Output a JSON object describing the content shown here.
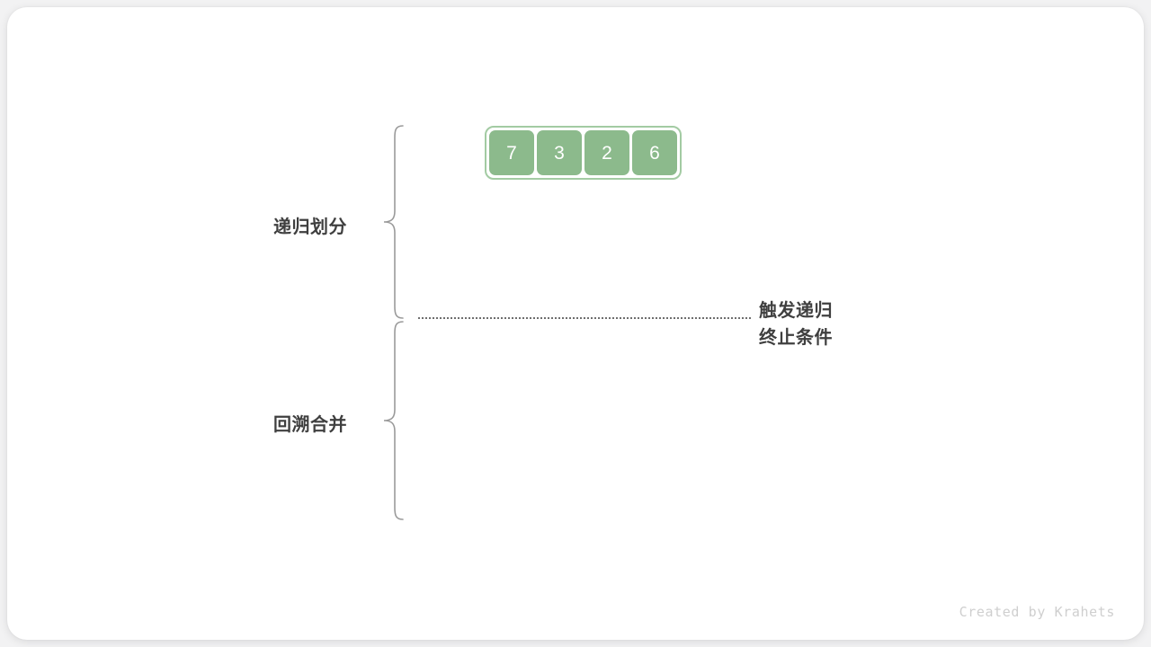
{
  "canvas": {
    "background": "#f2f2f3",
    "card_background": "#ffffff"
  },
  "array": {
    "name": "input-array",
    "values": [
      "7",
      "3",
      "2",
      "6"
    ],
    "cell_color": "#8cba8c",
    "border_color": "#a3cba3",
    "text_color": "#ffffff"
  },
  "phases": [
    {
      "id": "divide",
      "label": "递归划分"
    },
    {
      "id": "merge",
      "label": "回溯合并"
    }
  ],
  "annotation": {
    "line1": "触发递归",
    "line2": "终止条件"
  },
  "divider": {
    "style": "dotted",
    "color": "#6e6e6e"
  },
  "brace": {
    "color": "#9a9a9a"
  },
  "footer": {
    "credit": "Created by Krahets",
    "color": "#cfcfcf"
  }
}
